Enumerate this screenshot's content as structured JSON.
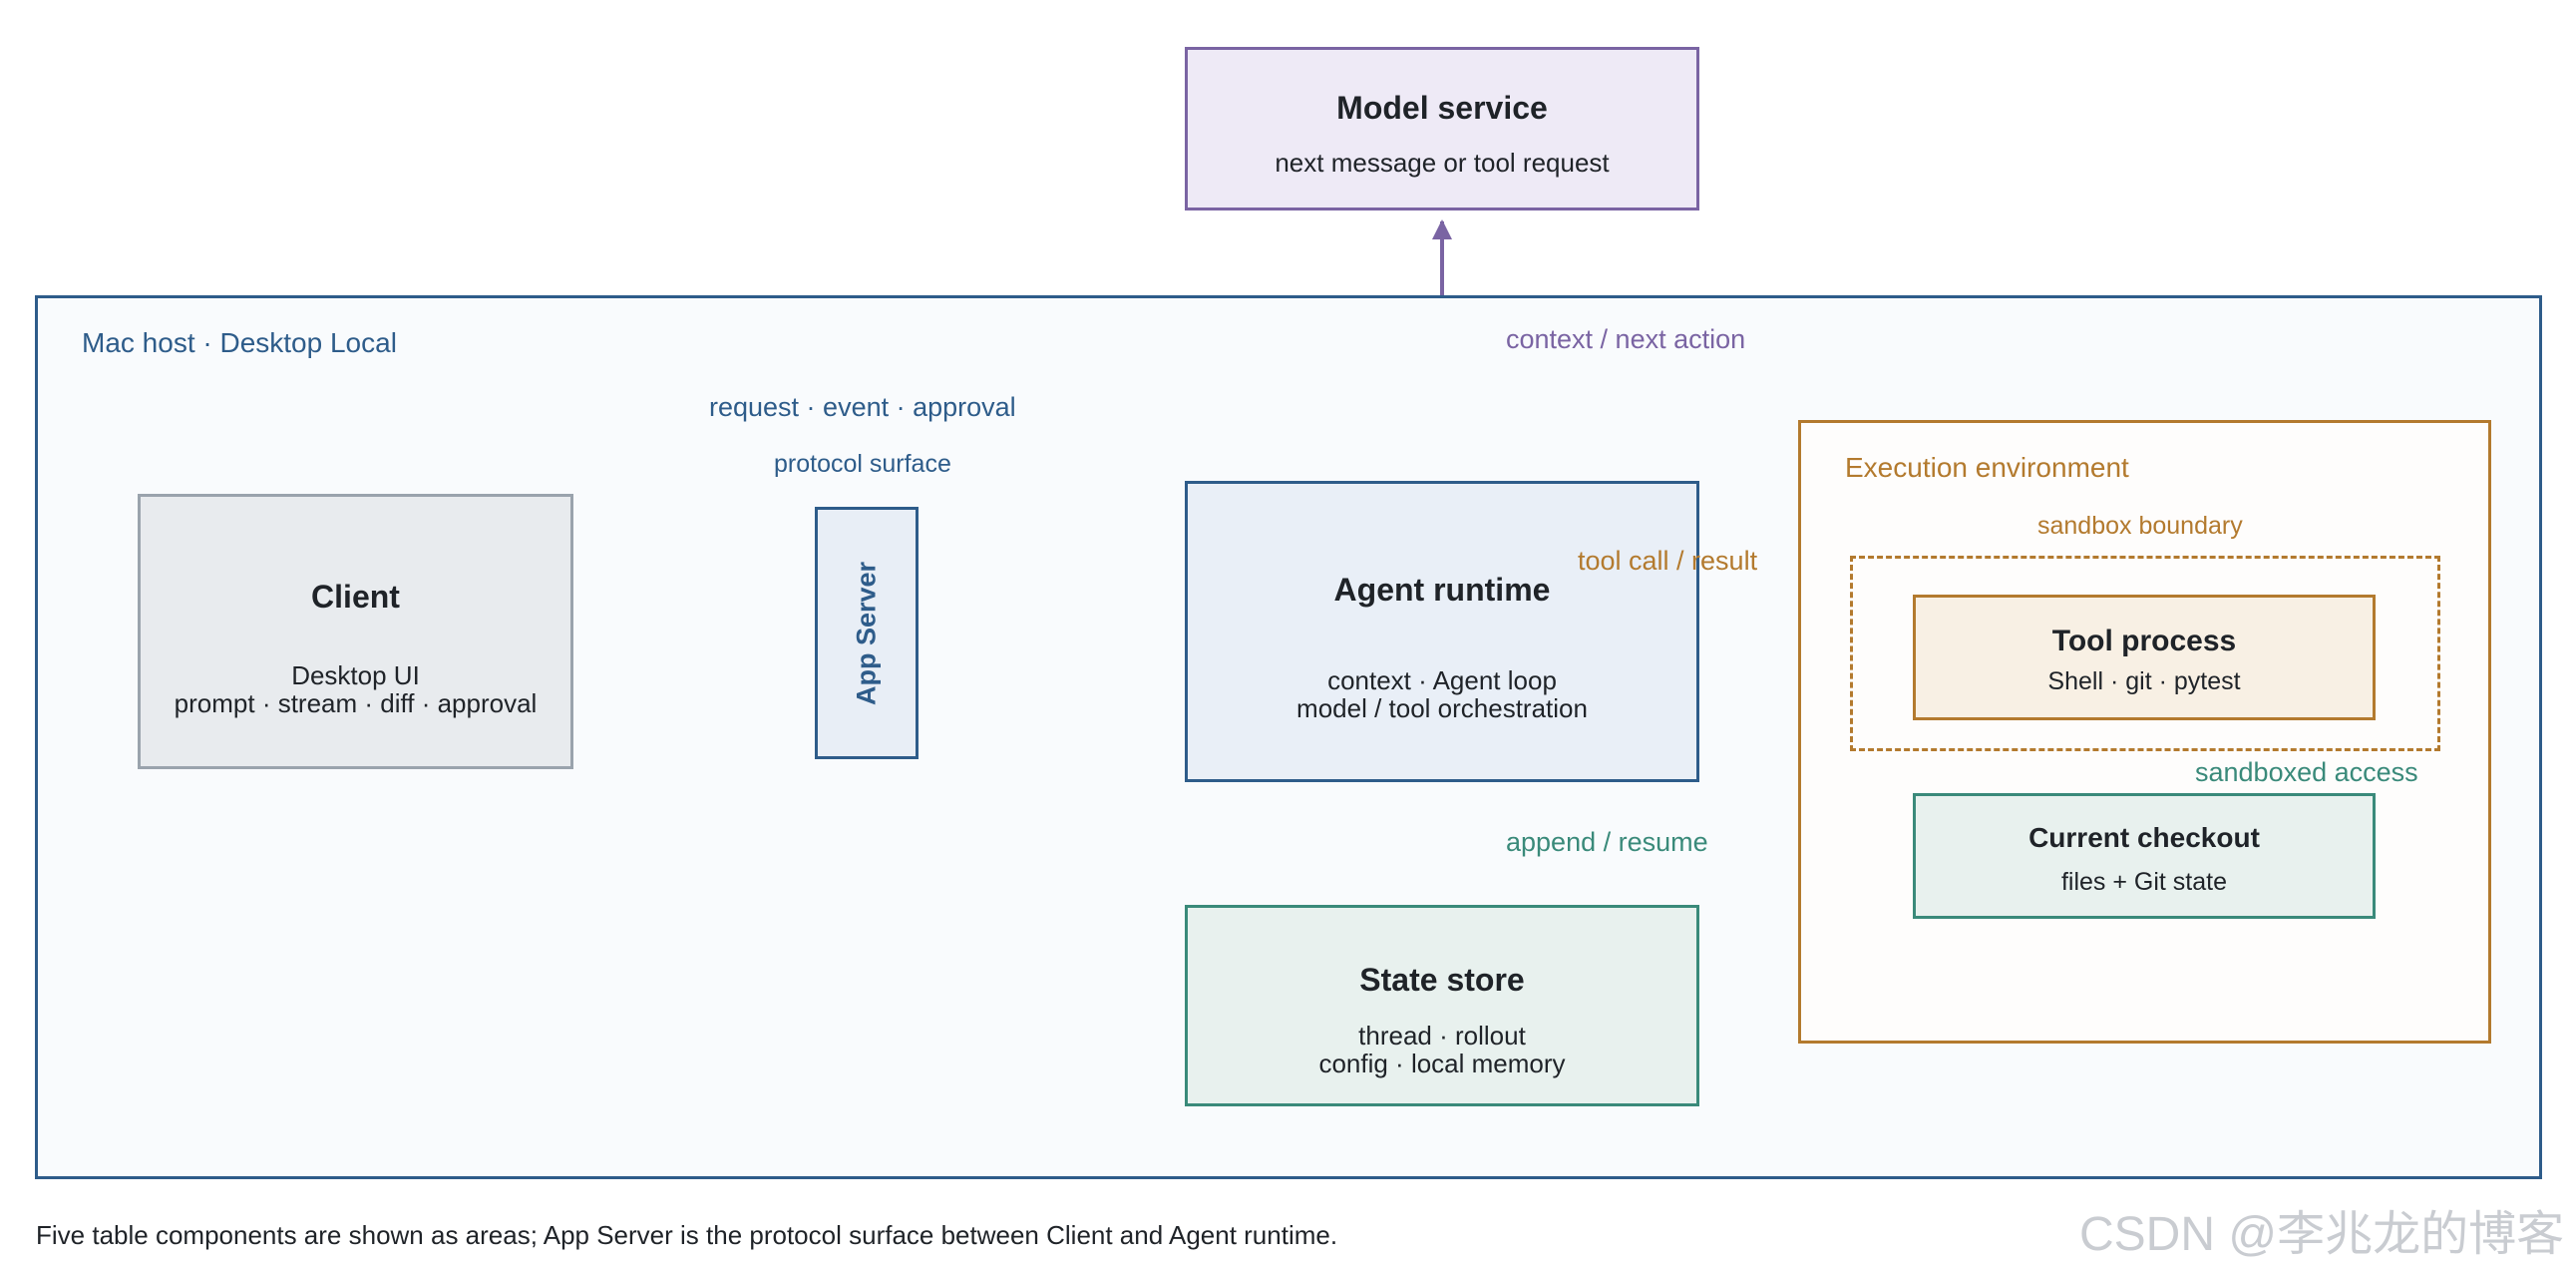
{
  "colors": {
    "host": "#2e5c8a",
    "model": "#7a64a3",
    "state": "#3a8a7a",
    "exec": "#b37a2e",
    "client": "#9aa3ad",
    "text": "#1f2328"
  },
  "model_service": {
    "title": "Model service",
    "subtitle": "next message or tool request"
  },
  "host": {
    "label": "Mac host · Desktop Local"
  },
  "client": {
    "title": "Client",
    "line1": "Desktop UI",
    "line2": "prompt · stream · diff · approval"
  },
  "app_server": {
    "label": "App Server",
    "caption_top": "request · event · approval",
    "caption_bottom": "protocol surface"
  },
  "agent_runtime": {
    "title": "Agent runtime",
    "line1": "context · Agent loop",
    "line2": "model / tool orchestration"
  },
  "state_store": {
    "title": "State store",
    "line1": "thread · rollout",
    "line2": "config · local memory"
  },
  "execution_env": {
    "label": "Execution environment",
    "sandbox_label": "sandbox boundary",
    "tool_process": {
      "title": "Tool process",
      "subtitle": "Shell · git · pytest"
    },
    "checkout": {
      "title": "Current checkout",
      "subtitle": "files + Git state"
    }
  },
  "edges": {
    "context_next_action": "context / next action",
    "tool_call_result": "tool call / result",
    "append_resume": "append / resume",
    "sandboxed_access": "sandboxed access"
  },
  "footer": "Five table components are shown as areas; App Server is the protocol surface between Client and Agent runtime.",
  "watermark": "CSDN @李兆龙的博客"
}
